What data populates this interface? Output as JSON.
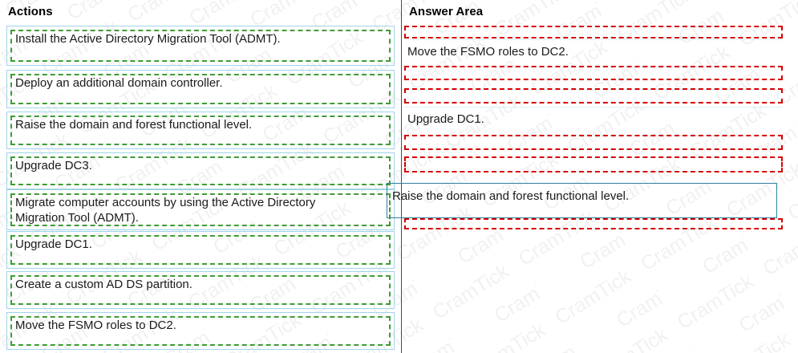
{
  "columns": {
    "actions_header": "Actions",
    "answer_header": "Answer Area"
  },
  "watermark": {
    "text": "CramTick",
    "color": "#f0f0f0"
  },
  "colors": {
    "tile_border": "#9fd4ea",
    "tile_dash": "#3f9c35",
    "slot_dash": "#d40000",
    "answer_box_border": "#2f7f9e",
    "divider": "#4c4c4c",
    "text": "#1a1a1a"
  },
  "actions": [
    {
      "id": "action-install-admt",
      "label": "Install the Active Directory Migration Tool (ADMT)."
    },
    {
      "id": "action-deploy-dc",
      "label": "Deploy an additional domain controller."
    },
    {
      "id": "action-raise-level",
      "label": "Raise the domain and forest functional level."
    },
    {
      "id": "action-upgrade-dc3",
      "label": "Upgrade DC3."
    },
    {
      "id": "action-migrate-accounts",
      "label": "Migrate computer accounts by using the Active Directory\nMigration Tool (ADMT)."
    },
    {
      "id": "action-upgrade-dc1",
      "label": "Upgrade DC1."
    },
    {
      "id": "action-create-partition",
      "label": "Create a custom AD DS partition."
    },
    {
      "id": "action-move-fsmo",
      "label": "Move the FSMO roles to DC2."
    }
  ],
  "answer_area": {
    "items": [
      {
        "id": "answer-move-fsmo",
        "label": "Move the FSMO roles to DC2.",
        "style": "plain"
      },
      {
        "id": "answer-upgrade-dc1",
        "label": "Upgrade DC1.",
        "style": "plain"
      },
      {
        "id": "answer-raise-level",
        "label": "Raise the domain and forest functional level.",
        "style": "boxed"
      }
    ],
    "empty_slots": 5
  }
}
